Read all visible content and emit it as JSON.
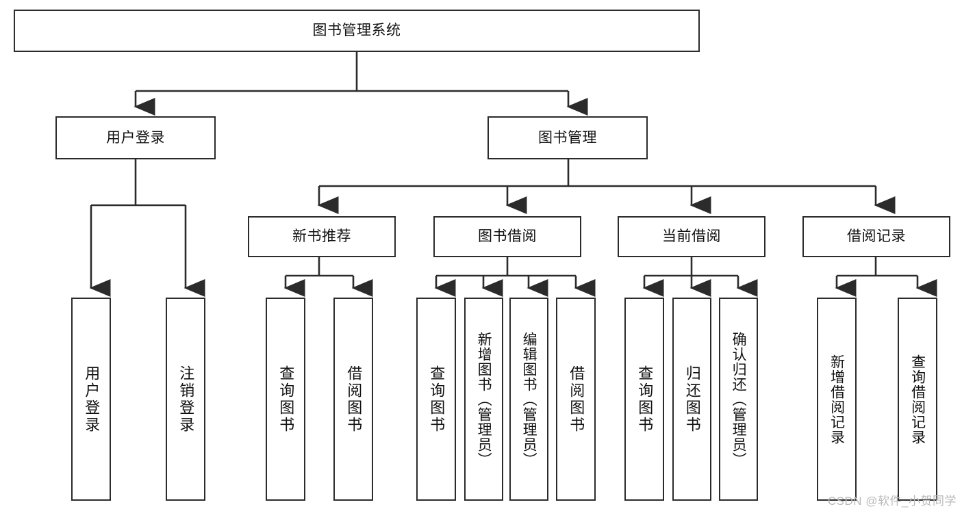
{
  "diagram": {
    "title": "图书管理系统",
    "type": "hierarchy-tree",
    "stroke_color": "#2b2b2b",
    "background_color": "#ffffff",
    "nodes": {
      "root": "图书管理系统",
      "level2": {
        "user_login": "用户登录",
        "book_management": "图书管理"
      },
      "level3": {
        "new_book_recommend": "新书推荐",
        "book_borrow": "图书借阅",
        "current_borrow": "当前借阅",
        "borrow_record": "借阅记录"
      },
      "leaves": {
        "user_login_leaf": "用户登录",
        "logout_leaf": "注销登录",
        "query_book_1": "查询图书",
        "borrow_book_1": "借阅图书",
        "query_book_2": "查询图书",
        "add_book_admin": "新增图书（管理员）",
        "edit_book_admin": "编辑图书（管理员）",
        "borrow_book_2": "借阅图书",
        "query_book_3": "查询图书",
        "return_book": "归还图书",
        "confirm_return_admin": "确认归还（管理员）",
        "add_borrow_record": "新增借阅记录",
        "query_borrow_record": "查询借阅记录"
      }
    }
  },
  "watermark": {
    "text": "CSDN @软件_小贺同学"
  }
}
